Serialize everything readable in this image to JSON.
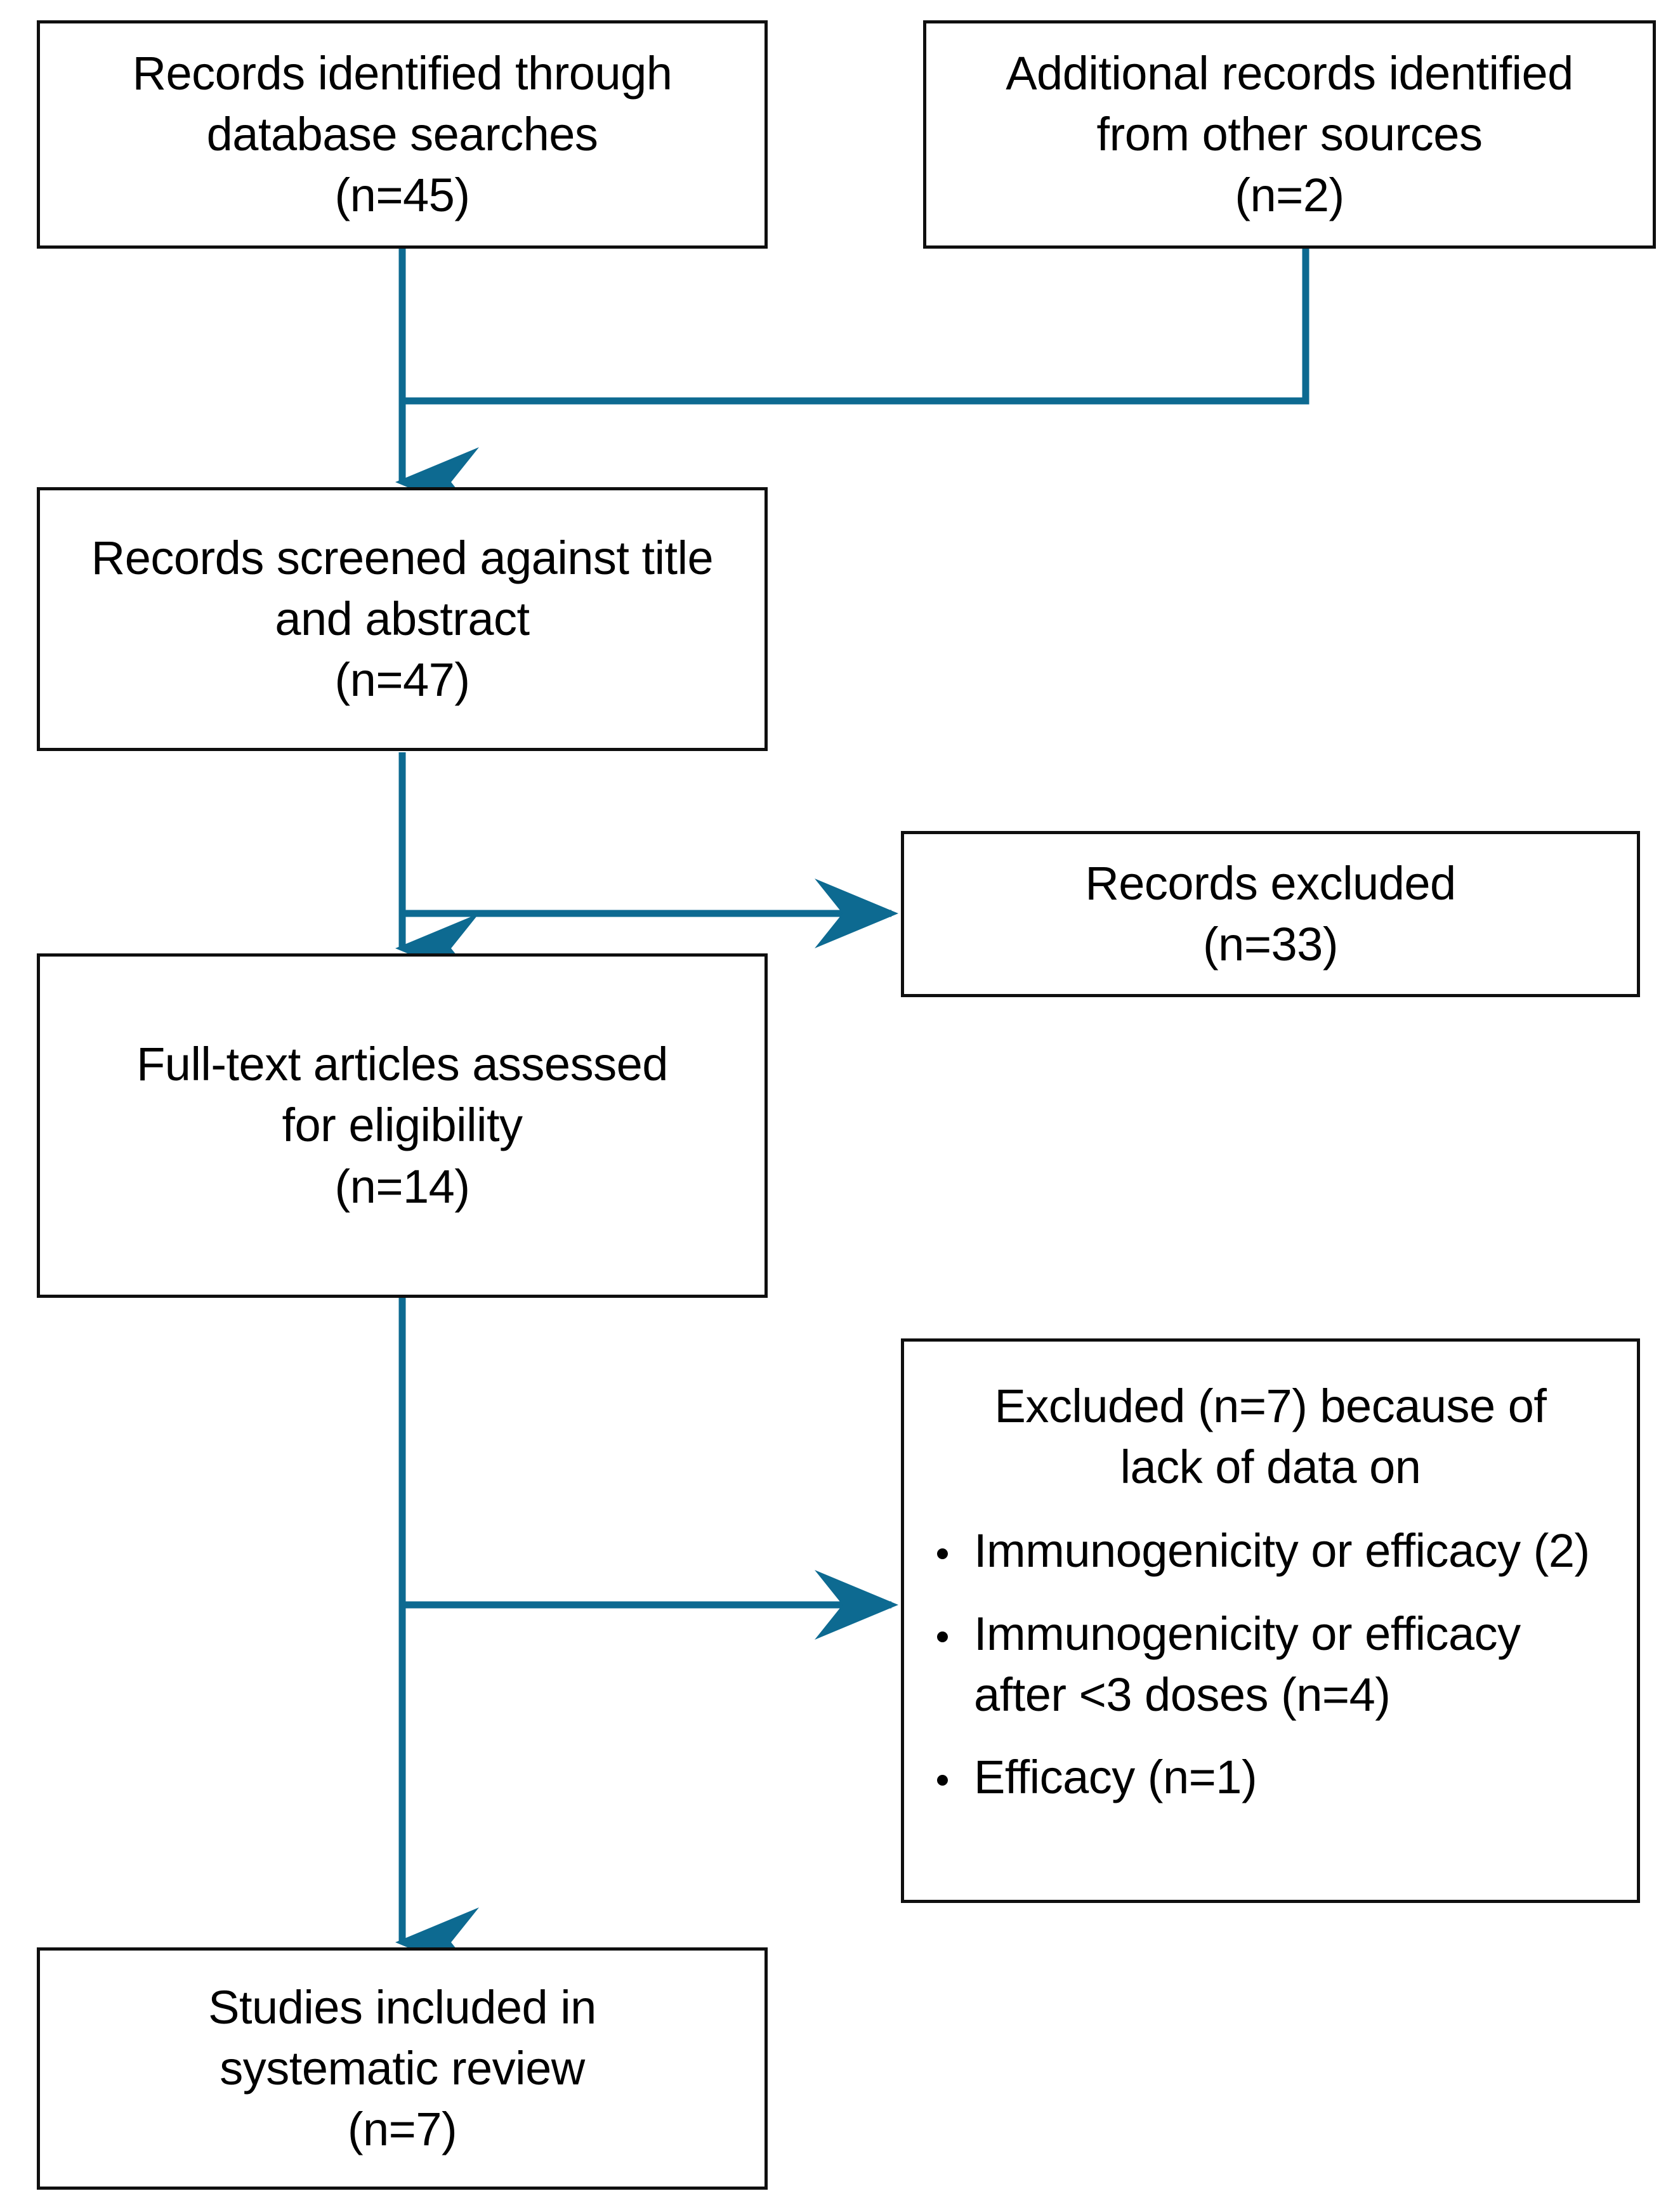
{
  "diagram": {
    "type": "prisma-flow-diagram",
    "accent_color": "#0d6a91",
    "box_border_color": "#0f0f0f",
    "background_color": "#ffffff",
    "boxes": {
      "database_records": {
        "line1": "Records identified through",
        "line2": "database searches",
        "line3": "(n=45)",
        "n": 45
      },
      "other_records": {
        "line1": "Additional records identified",
        "line2": "from other sources",
        "line3": "(n=2)",
        "n": 2
      },
      "screened": {
        "line1": "Records screened against title",
        "line2": "and abstract",
        "line3": "(n=47)",
        "n": 47
      },
      "records_excluded": {
        "line1": "Records excluded",
        "line2": "(n=33)",
        "n": 33
      },
      "full_text": {
        "line1": "Full-text articles assessed",
        "line2": "for eligibility",
        "line3": "(n=14)",
        "n": 14
      },
      "excluded_reasons": {
        "head_line1": "Excluded (n=7) because of",
        "head_line2": "lack of data on",
        "n": 7,
        "items": [
          "Immunogenicity or efficacy (2)",
          "Immunogenicity or efficacy after <3 doses (n=4)",
          "Efficacy (n=1)"
        ]
      },
      "included": {
        "line1": "Studies included in",
        "line2": "systematic review",
        "line3": "(n=7)",
        "n": 7
      }
    }
  }
}
